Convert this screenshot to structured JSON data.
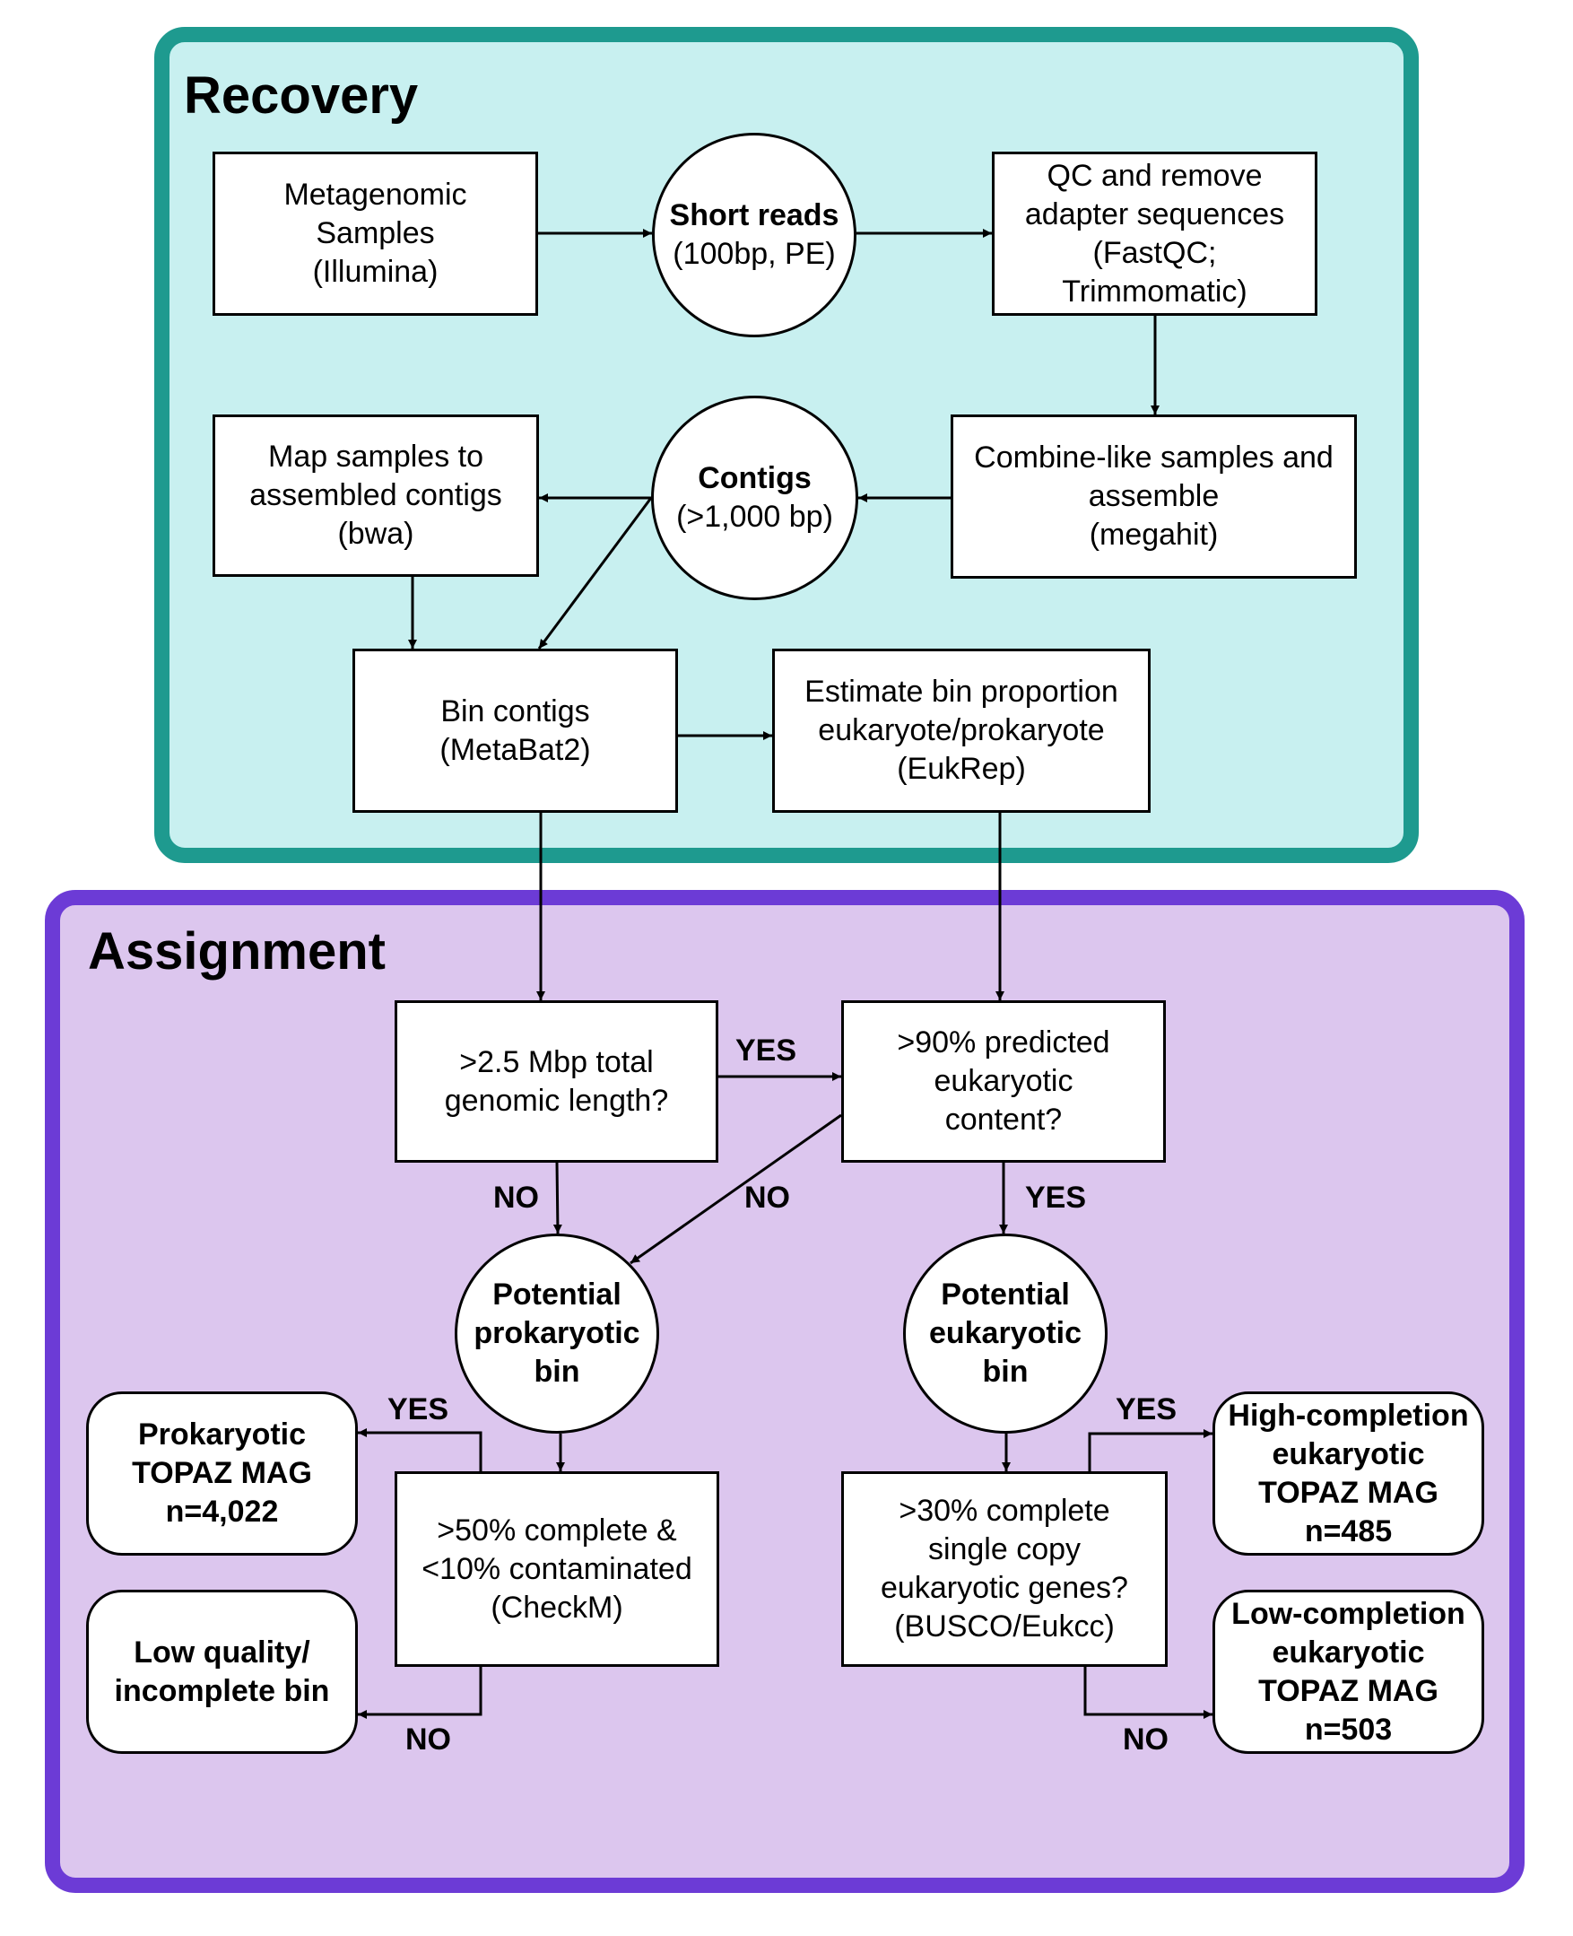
{
  "sections": {
    "recovery_title": "Recovery",
    "assignment_title": "Assignment"
  },
  "colors": {
    "recovery_fill": "#c8f0f0",
    "recovery_border": "#1e9a8f",
    "assignment_fill": "#dcc6ee",
    "assignment_border": "#6c3bd6"
  },
  "nodes": {
    "samples": [
      "Metagenomic",
      "Samples",
      "(Illumina)"
    ],
    "short_reads": [
      "Short reads",
      "(100bp, PE)"
    ],
    "qc": [
      "QC and remove",
      "adapter sequences",
      "(FastQC;",
      "Trimmomatic)"
    ],
    "combine": [
      "Combine-like samples and",
      "assemble",
      "(megahit)"
    ],
    "contigs": [
      "Contigs",
      "(>1,000 bp)"
    ],
    "map": [
      "Map samples to",
      "assembled contigs",
      "(bwa)"
    ],
    "bin": [
      "Bin contigs",
      "(MetaBat2)"
    ],
    "estimate": [
      "Estimate bin proportion",
      "eukaryote/prokaryote",
      "(EukRep)"
    ],
    "length_check": [
      ">2.5 Mbp total",
      "genomic length?"
    ],
    "euk_check": [
      ">90% predicted",
      "eukaryotic",
      "content?"
    ],
    "pot_prok": [
      "Potential",
      "prokaryotic",
      "bin"
    ],
    "pot_euk": [
      "Potential",
      "eukaryotic",
      "bin"
    ],
    "checkm": [
      ">50% complete &",
      "<10% contaminated",
      "(CheckM)"
    ],
    "busco": [
      ">30% complete",
      "single copy",
      "eukaryotic genes?",
      "(BUSCO/Eukcc)"
    ],
    "prok_mag": [
      "Prokaryotic",
      "TOPAZ MAG",
      "n=4,022"
    ],
    "low_quality": [
      "Low quality/",
      "incomplete bin"
    ],
    "high_mag": [
      "High-completion",
      "eukaryotic",
      "TOPAZ MAG",
      "n=485"
    ],
    "low_mag": [
      "Low-completion",
      "eukaryotic",
      "TOPAZ MAG",
      "n=503"
    ]
  },
  "edge_labels": {
    "length_yes": "YES",
    "length_no": "NO",
    "euk_no": "NO",
    "euk_yes": "YES",
    "checkm_yes": "YES",
    "checkm_no": "NO",
    "busco_yes": "YES",
    "busco_no": "NO"
  }
}
